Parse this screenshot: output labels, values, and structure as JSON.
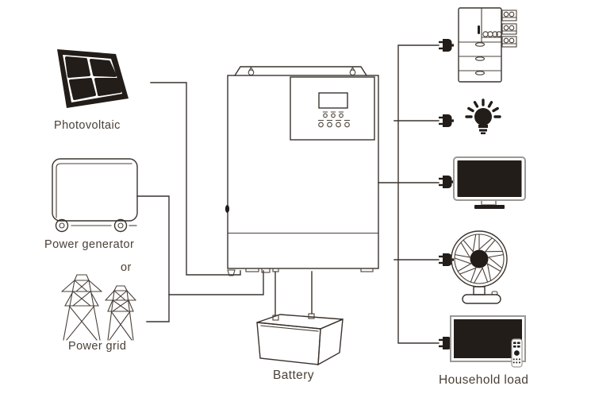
{
  "diagram": {
    "labels": {
      "photovoltaic": "Photovoltaic",
      "power_generator": "Power generator",
      "or": "or",
      "power_grid": "Power grid",
      "battery": "Battery",
      "household_load": "Household load"
    },
    "icons": {
      "photovoltaic-panel-icon": "tilted solar panel with 4 black cells",
      "power-generator-icon": "portable generator box on two wheels",
      "power-grid-icon": "two lattice transmission towers",
      "inverter-icon": "wall-mount inverter with LCD, 3 LEDs, 4 buttons",
      "battery-icon": "3D battery box with two terminals",
      "plug-icon": "black power plug on cord",
      "refrigerator-icon": "open refrigerator with door shelves and drawers",
      "light-bulb-icon": "glowing light bulb",
      "tv-icon": "flat screen TV on stand",
      "fan-icon": "desk fan with round cage",
      "tv-remote-icon": "flat TV with remote control"
    },
    "colors": {
      "ink": "#3a332d",
      "solid_fill": "#221d19",
      "frame_gray": "#9b9995",
      "text": "#4a4038",
      "background": "#ffffff"
    }
  }
}
